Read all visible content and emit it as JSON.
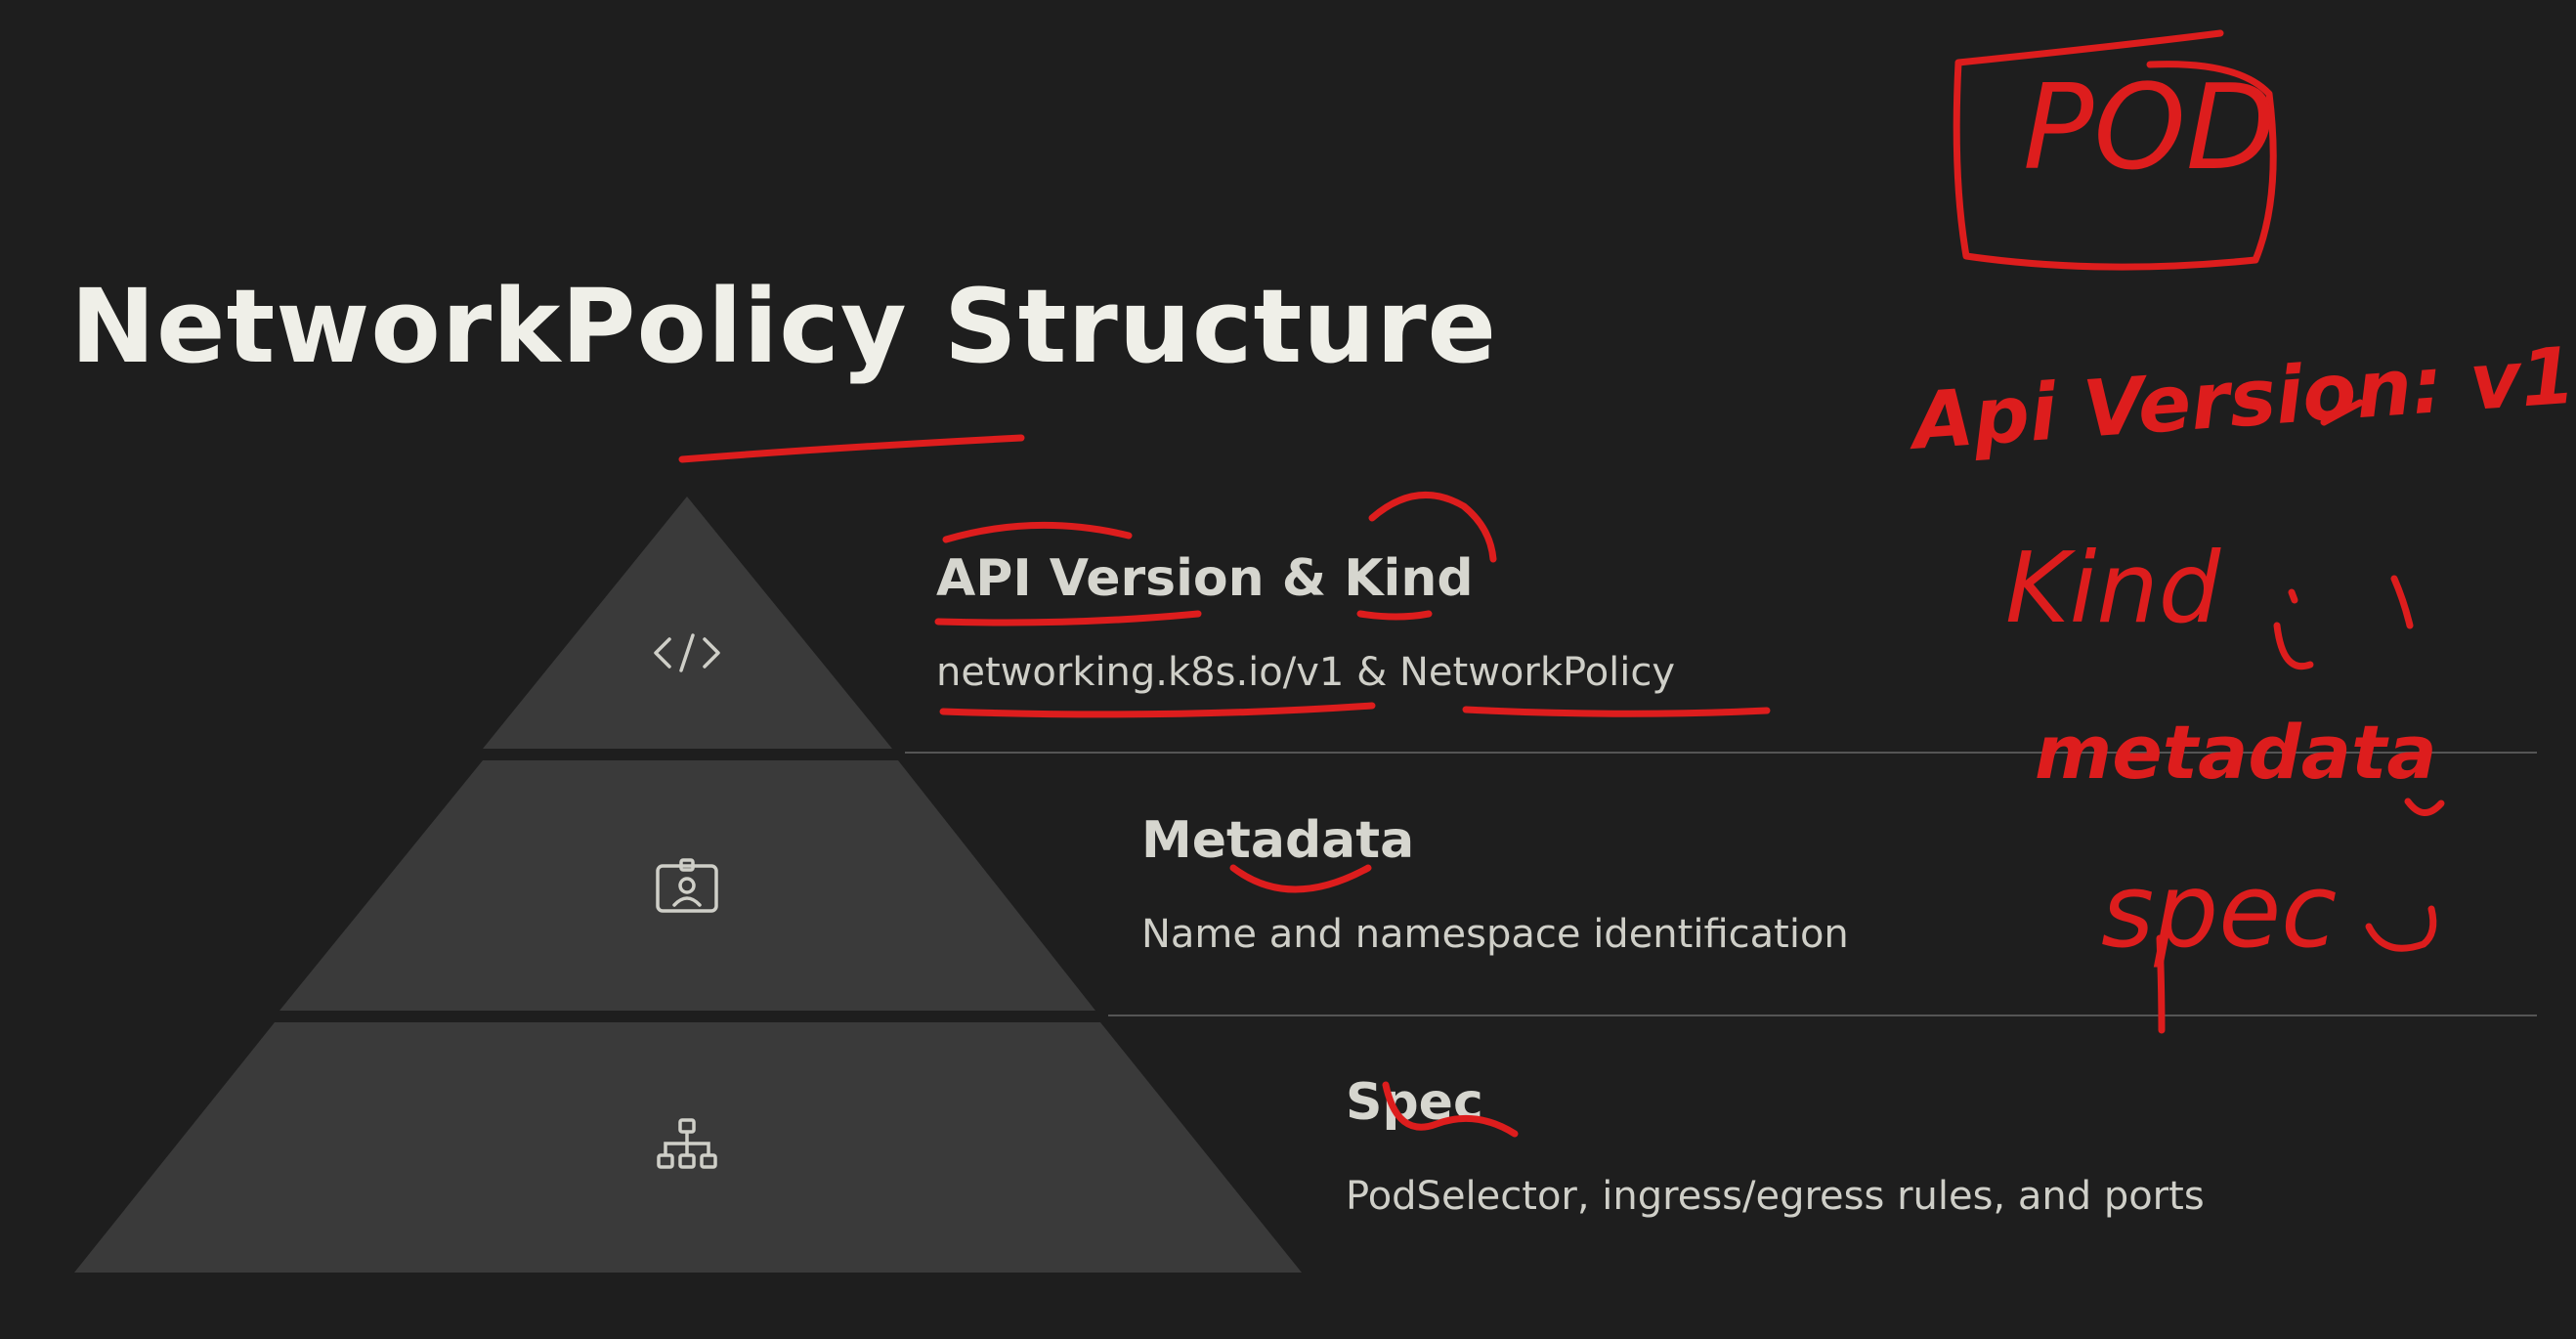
{
  "slide": {
    "title": "NetworkPolicy Structure",
    "tiers": [
      {
        "title": "API Version & Kind",
        "description": "networking.k8s.io/v1 & NetworkPolicy",
        "icon": "code-icon"
      },
      {
        "title": "Metadata",
        "description": "Name and namespace identification",
        "icon": "id-badge-icon"
      },
      {
        "title": "Spec",
        "description": "PodSelector, ingress/egress rules, and ports",
        "icon": "hierarchy-icon"
      }
    ]
  },
  "annotations": {
    "pod_box": "POD",
    "notes": [
      "Api Version: v1",
      "Kind",
      "metadata",
      "spec"
    ]
  },
  "colors": {
    "background": "#1e1e1e",
    "pyramid_fill": "#3a3a3a",
    "text": "#d6d6cf",
    "annotation_ink": "#dd1d1d"
  }
}
